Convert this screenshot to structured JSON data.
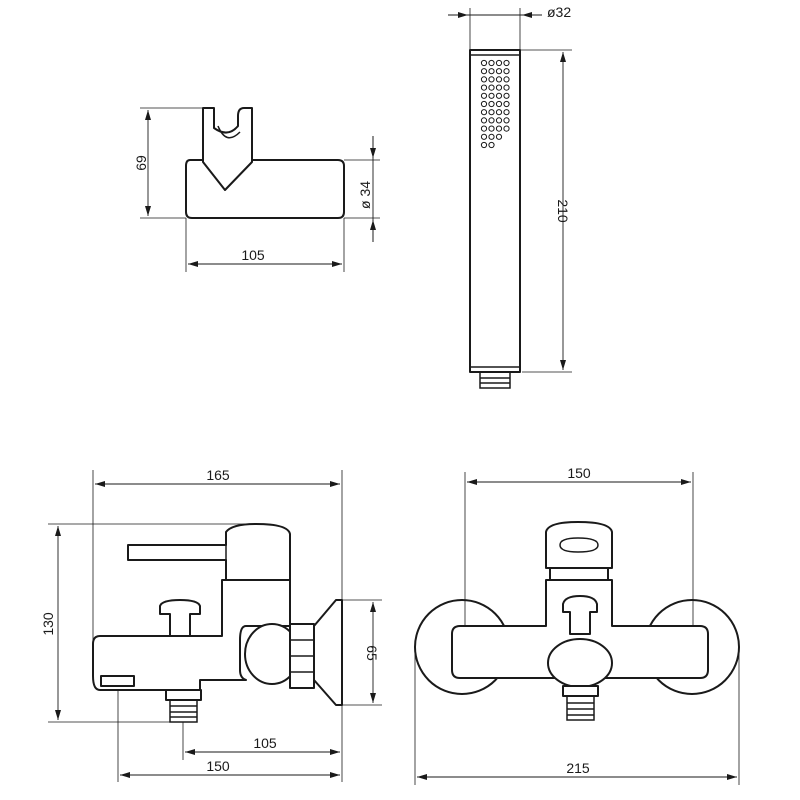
{
  "dimensions": {
    "holder_height": "69",
    "holder_diameter": "ø 34",
    "holder_length": "105",
    "shower_diameter": "ø32",
    "shower_length": "210",
    "mixer_width": "165",
    "mixer_height": "130",
    "mixer_flange": "65",
    "mixer_inlet_offset": "105",
    "mixer_spout": "150",
    "front_body": "150",
    "front_total": "215"
  }
}
